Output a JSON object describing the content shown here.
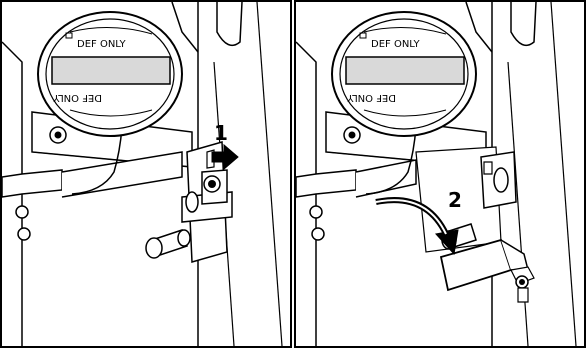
{
  "figure": {
    "panels": [
      {
        "step_label": "1",
        "cap_top_text": "DEF ONLY",
        "cap_bottom_text": "DEF ONLY",
        "arrow_direction": "right"
      },
      {
        "step_label": "2",
        "cap_top_text": "DEF ONLY",
        "cap_bottom_text": "DEF ONLY",
        "arrow_direction": "down-left-curved"
      }
    ],
    "colors": {
      "line": "#000000",
      "background": "#ffffff",
      "shade": "#d9d9d9"
    }
  }
}
